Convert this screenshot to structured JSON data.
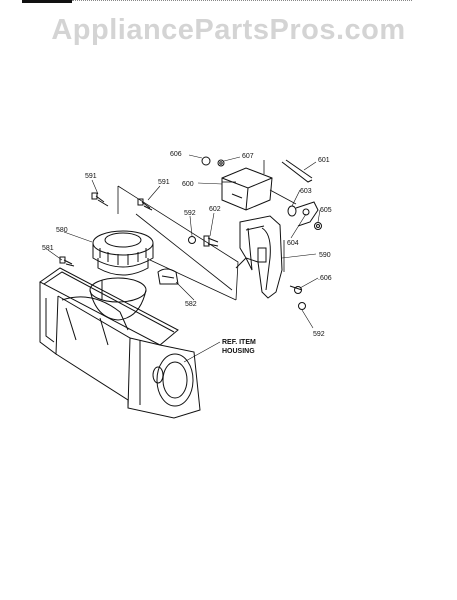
{
  "watermark": "AppliancePartsPros.com",
  "callouts": {
    "c606a": "606",
    "c607": "607",
    "c601": "601",
    "c600": "600",
    "c603": "603",
    "c605": "605",
    "c591a": "591",
    "c591b": "591",
    "c592a": "592",
    "c602": "602",
    "c604": "604",
    "c590": "590",
    "c606b": ".606",
    "c580": "580",
    "c581": "581",
    "c582": "582",
    "c592b": "592"
  },
  "ref_note": {
    "line1": "REF. ITEM",
    "line2": "HOUSING"
  }
}
